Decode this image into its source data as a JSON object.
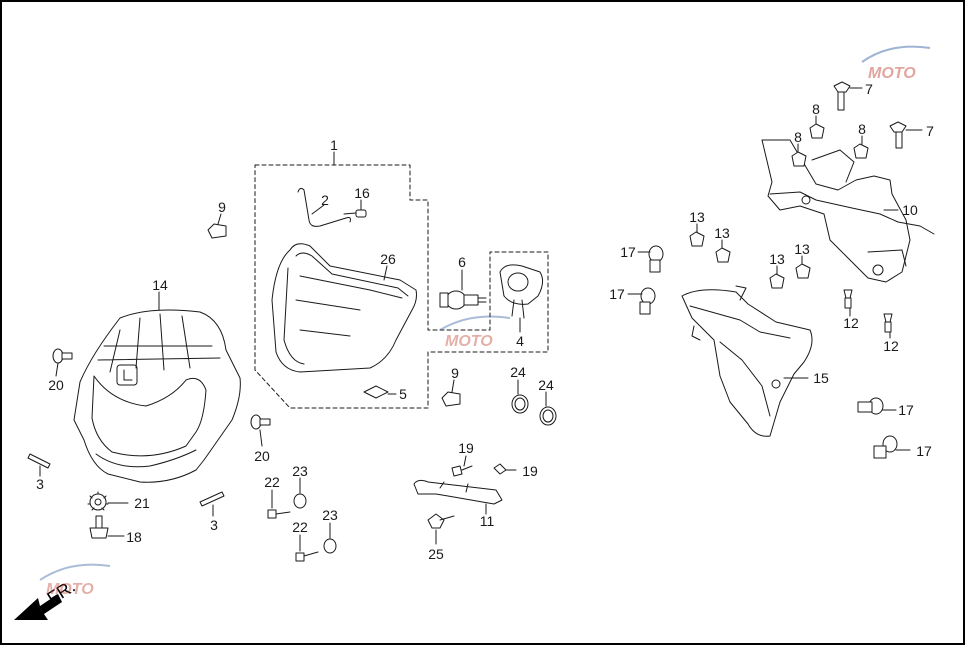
{
  "diagram": {
    "direction_label": "FR.",
    "watermark_text": "MOTO",
    "colors": {
      "line": "#1a1a1a",
      "frame": "#000000",
      "watermark_red": "#c0392b",
      "watermark_blue": "#2c5aa0"
    },
    "callouts": {
      "c1": "1",
      "c2": "2",
      "c16": "16",
      "c26": "26",
      "c6": "6",
      "c4": "4",
      "c5": "5",
      "c9a": "9",
      "c9b": "9",
      "c14": "14",
      "c20a": "20",
      "c20b": "20",
      "c3a": "3",
      "c3b": "3",
      "c21": "21",
      "c18": "18",
      "c22a": "22",
      "c22b": "22",
      "c23a": "23",
      "c23b": "23",
      "c24a": "24",
      "c24b": "24",
      "c19a": "19",
      "c19b": "19",
      "c11": "11",
      "c25": "25",
      "c7a": "7",
      "c7b": "7",
      "c8a": "8",
      "c8b": "8",
      "c8c": "8",
      "c10": "10",
      "c13a": "13",
      "c13b": "13",
      "c13c": "13",
      "c13d": "13",
      "c17a": "17",
      "c17b": "17",
      "c17c": "17",
      "c17d": "17",
      "c12a": "12",
      "c12b": "12",
      "c15": "15"
    }
  }
}
